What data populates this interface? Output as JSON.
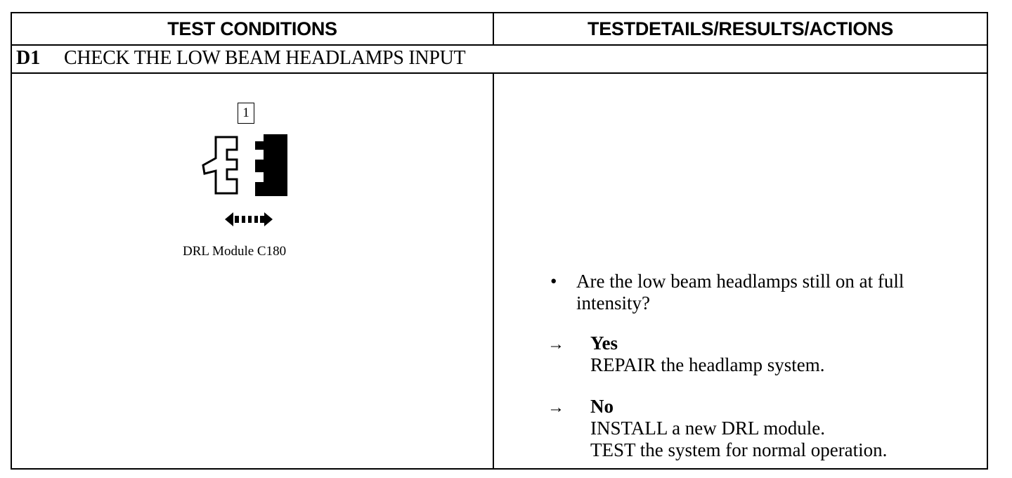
{
  "header": {
    "left": "TEST CONDITIONS",
    "right": "TESTDETAILS/RESULTS/ACTIONS"
  },
  "step": {
    "id": "D1",
    "title": "CHECK THE LOW BEAM HEADLAMPS INPUT"
  },
  "conditions": {
    "callout": "1",
    "connector_caption": "DRL Module C180",
    "icons": [
      "connector-icon",
      "disconnect-arrow-icon"
    ]
  },
  "details": {
    "bullet": "•",
    "question": "Are the low beam headlamps still on at full intensity?",
    "arrow": "→",
    "responses": [
      {
        "label": "Yes",
        "lines": [
          "REPAIR the headlamp system."
        ]
      },
      {
        "label": "No",
        "lines": [
          "INSTALL a new DRL module.",
          "TEST the system for normal operation."
        ]
      }
    ]
  }
}
